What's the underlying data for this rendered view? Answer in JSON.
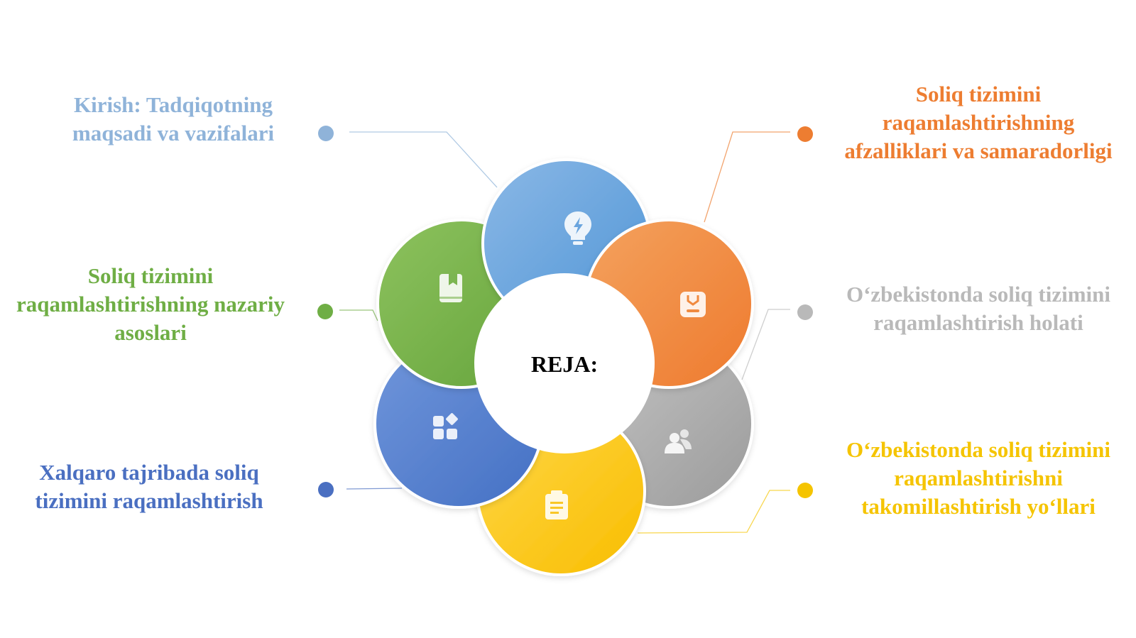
{
  "center": {
    "title": "REJA:"
  },
  "items": [
    {
      "id": "kirish",
      "lines": [
        "Kirish: Tadqiqotning",
        "maqsadi va vazifalari"
      ],
      "color": "#8FB3D9",
      "petal_light": "#8BB8E6",
      "petal_dark": "#4F95D6",
      "icon": "lightbulb-icon"
    },
    {
      "id": "afzalliklari",
      "lines": [
        "Soliq tizimini",
        "raqamlashtirishning",
        "afzalliklari va samaradorligi"
      ],
      "color": "#ED7D31",
      "petal_light": "#F4A25E",
      "petal_dark": "#EE7A2E",
      "icon": "badge-icon"
    },
    {
      "id": "nazariy",
      "lines": [
        "Soliq tizimini",
        "raqamlashtirishning nazariy",
        "asoslari"
      ],
      "color": "#6FAE45",
      "petal_light": "#8DC25E",
      "petal_dark": "#65A43B",
      "icon": "bookmark-icon"
    },
    {
      "id": "holati",
      "lines": [
        "O‘zbekistonda soliq tizimini",
        "raqamlashtirish holati"
      ],
      "color": "#B9B9B9",
      "petal_light": "#C4C4C4",
      "petal_dark": "#9B9B9B",
      "icon": "users-icon"
    },
    {
      "id": "xalqaro",
      "lines": [
        "Xalqaro tajribada soliq",
        "tizimini raqamlashtirish"
      ],
      "color": "#4A6FC1",
      "petal_light": "#7096DB",
      "petal_dark": "#4470C4",
      "icon": "apps-icon"
    },
    {
      "id": "takomillashtirish",
      "lines": [
        "O‘zbekistonda soliq tizimini",
        "raqamlashtirishni",
        "takomillashtirish yo‘llari"
      ],
      "color": "#F5C400",
      "petal_light": "#FFD84A",
      "petal_dark": "#F8BD00",
      "icon": "clipboard-icon"
    }
  ]
}
